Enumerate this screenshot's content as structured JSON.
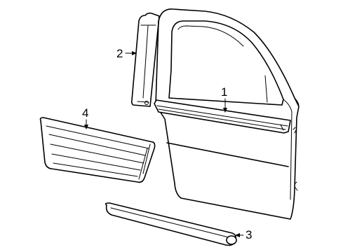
{
  "diagram": {
    "callouts": [
      {
        "id": "1",
        "label": "1"
      },
      {
        "id": "2",
        "label": "2"
      },
      {
        "id": "3",
        "label": "3"
      },
      {
        "id": "4",
        "label": "4"
      }
    ],
    "colors": {
      "stroke": "#000000",
      "background": "#ffffff"
    }
  }
}
